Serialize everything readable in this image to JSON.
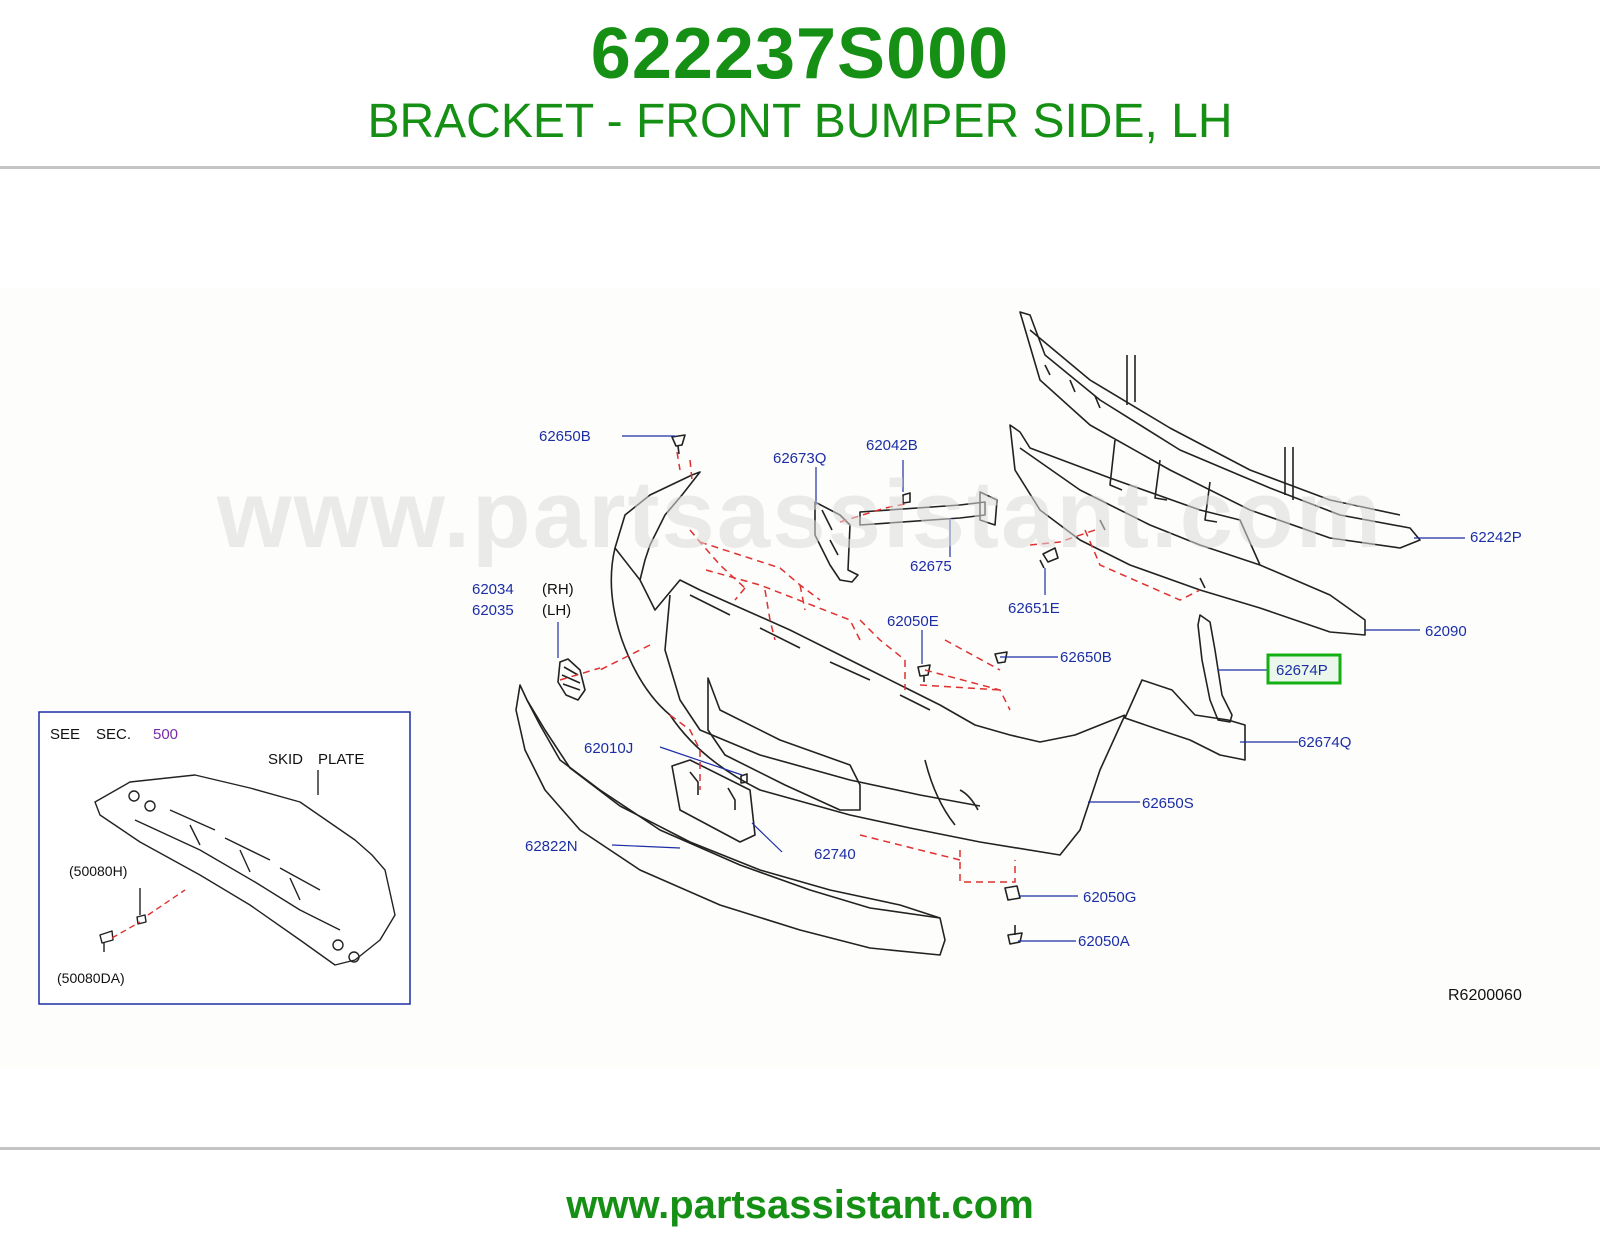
{
  "header": {
    "part_number": "622237S000",
    "description": "BRACKET - FRONT BUMPER SIDE, LH"
  },
  "watermark": "www.partsassistant.com",
  "footer": {
    "url": "www.partsassistant.com"
  },
  "colors": {
    "brand_green": "#159015",
    "callout_blue": "#1c2ea6",
    "highlight_green": "#12b012",
    "section_ref_purple": "#7a2ba8",
    "leader_red": "#e03030"
  },
  "diagram": {
    "code": "R6200060",
    "callouts": {
      "c62650B_top": "62650B",
      "c62673Q": "62673Q",
      "c62042B": "62042B",
      "c62675": "62675",
      "c62242P": "62242P",
      "c62090": "62090",
      "c62651E": "62651E",
      "c62034": "62034",
      "c62035": "62035",
      "rh": "(RH)",
      "lh": "(LH)",
      "c62050E": "62050E",
      "c62650B_mid": "62650B",
      "c62674P": "62674P",
      "c62674Q": "62674Q",
      "c62010J": "62010J",
      "c62650S": "62650S",
      "c62822N": "62822N",
      "c62740": "62740",
      "c62050G": "62050G",
      "c62050A": "62050A"
    },
    "inset": {
      "see": "SEE",
      "sec": "SEC.",
      "sec_number": "500",
      "skid": "SKID",
      "plate": "PLATE",
      "c50080H": "(50080H)",
      "c50080DA": "(50080DA)"
    }
  }
}
